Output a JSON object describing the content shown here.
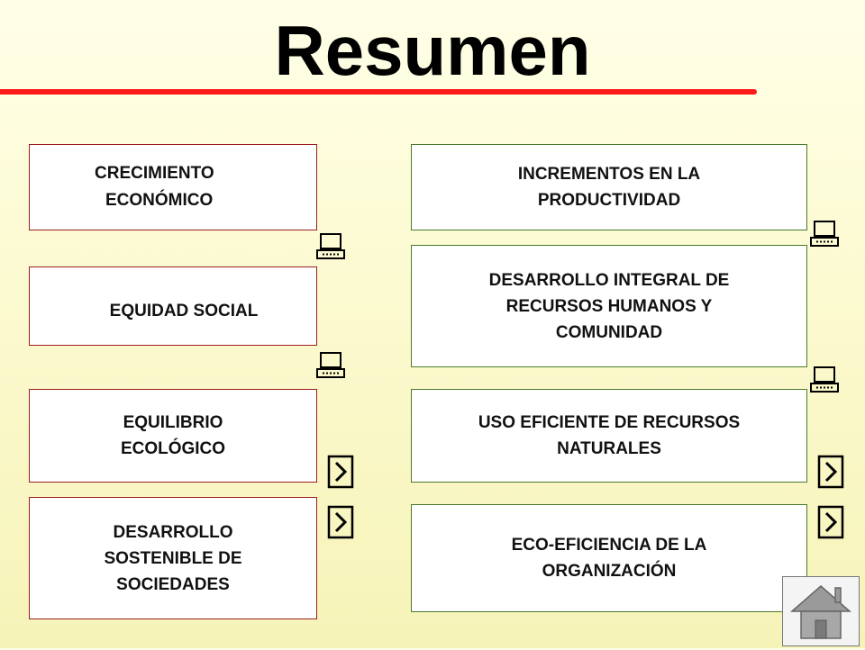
{
  "header": {
    "title": "Resumen"
  },
  "left_column": {
    "crecimiento": {
      "line1": "CRECIMIENTO",
      "line2": "ECONÓMICO"
    },
    "equidad": {
      "line1": "EQUIDAD SOCIAL"
    },
    "equilibrio": {
      "line1": "EQUILIBRIO",
      "line2": "ECOLÓGICO"
    },
    "desarrollo": {
      "line1": "DESARROLLO",
      "line2": "SOSTENIBLE DE",
      "line3": "SOCIEDADES"
    }
  },
  "right_column": {
    "incrementos": {
      "line1": "INCREMENTOS EN LA",
      "line2": "PRODUCTIVIDAD"
    },
    "desarrollo_integral": {
      "line1": "DESARROLLO INTEGRAL DE",
      "line2": "RECURSOS HUMANOS Y",
      "line3": "COMUNIDAD"
    },
    "uso_eficiente": {
      "line1": "USO EFICIENTE DE RECURSOS",
      "line2": "NATURALES"
    },
    "eco_eficiencia": {
      "line1": "ECO-EFICIENCIA DE LA",
      "line2": "ORGANIZACIÓN"
    }
  },
  "icons": {
    "connector_top": "computer-icon",
    "connector_bottom": "chevron-right-icon",
    "navigation": "home-icon"
  },
  "colors": {
    "title_rule": "#ff1a1a",
    "left_border": "#9c1d1d",
    "right_border": "#4a7a2a",
    "background": "#fcfad0"
  }
}
